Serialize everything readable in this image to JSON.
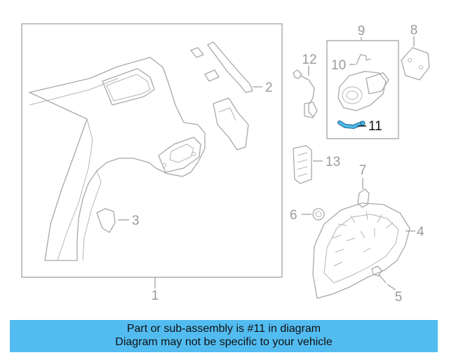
{
  "colors": {
    "banner_bg": "#52bcf0",
    "highlight_part": "#4db8e8",
    "line_art": "#a8a8a8",
    "callout_text": "#9a9a9a",
    "highlight_callout_text": "#111111"
  },
  "callouts": {
    "c1": "1",
    "c2": "2",
    "c3": "3",
    "c4": "4",
    "c5": "5",
    "c6": "6",
    "c7": "7",
    "c8": "8",
    "c9": "9",
    "c10": "10",
    "c11": "11",
    "c12": "12",
    "c13": "13"
  },
  "highlighted_part": "11",
  "banner": {
    "line1": "Part or sub-assembly is #11 in diagram",
    "line2": "Diagram may not be specific to your vehicle"
  }
}
